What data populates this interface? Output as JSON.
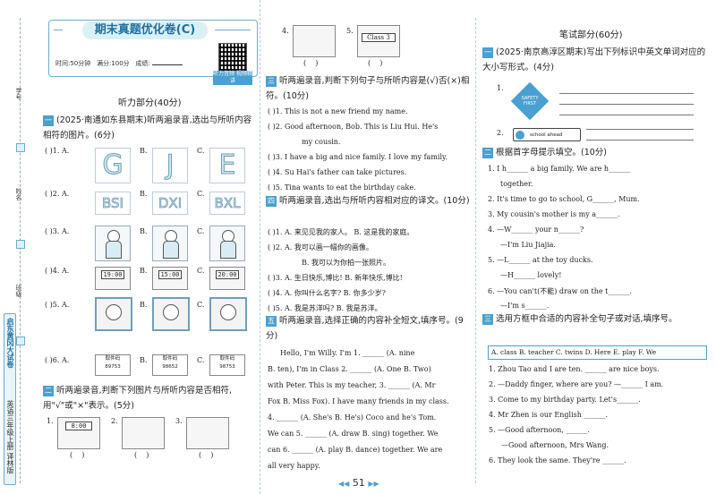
{
  "binding": {
    "series": "启东黄冈大试卷",
    "book": "英语三年级上册 译林版",
    "fields": [
      "学号",
      "姓名",
      "班级"
    ]
  },
  "header": {
    "title": "期末真题优化卷(C)",
    "time_label": "时间:50分钟",
    "score_label": "满分:100分",
    "result_label": "成绩:",
    "qr_caption": "听力音频 视频精讲"
  },
  "listening": {
    "part_title": "听力部分(40分)",
    "q1": {
      "num": "一",
      "title": "(2025·南通如东县期末)听两遍录音,选出与所听内容相符的图片。(6分)",
      "rows": [
        {
          "label": "(   )1. A.",
          "opts": [
            "G",
            "J",
            "E"
          ]
        },
        {
          "label": "(   )2. A.",
          "opts": [
            "BSI",
            "DXI",
            "BXL"
          ]
        },
        {
          "label": "(   )3. A.",
          "opts": [
            "",
            "",
            ""
          ]
        },
        {
          "label": "(   )4. A.",
          "opts": [
            "19:00",
            "15:00",
            "20:00"
          ]
        },
        {
          "label": "(   )5. A.",
          "opts": [
            "",
            "",
            ""
          ]
        },
        {
          "label": "(   )6. A.",
          "opts": [
            "取件码\n89753",
            "取件码\n98652",
            "取件码\n98753"
          ]
        }
      ],
      "option_letters": [
        "B.",
        "C."
      ]
    },
    "q2": {
      "num": "二",
      "title": "听两遍录音,判断下列图片与所听内容是否相符,用\"√\"或\"×\"表示。(5分)",
      "items": [
        "1.",
        "2.",
        "3.",
        "4.",
        "5."
      ],
      "clock": "8:00",
      "class_sign": "Class 3"
    },
    "q3": {
      "num": "三",
      "title": "听两遍录音,判断下列句子与所听内容是(√)否(×)相符。(10分)",
      "rows": [
        "(   )1. This is not a new friend my name.",
        "(   )2. Good afternoon, Bob. This is Liu Hui. He's",
        "my cousin.",
        "(   )3. I have a big and nice family. I love my family.",
        "(   )4. Su Hai's father can take pictures.",
        "(   )5. Tina wants to eat the birthday cake."
      ]
    },
    "q4": {
      "num": "四",
      "title": "听两遍录音,选出与所听内容相对应的译文。(10分)",
      "rows": [
        "(   )1. A. 来见见我的家人。    B. 这是我的家庭。",
        "(   )2. A. 我可以画一幅你的画像。",
        "B. 我可以为你拍一张照片。",
        "(   )3. A. 生日快乐,博比!    B. 新年快乐,博比!",
        "(   )4. A. 你叫什么名字?      B. 你多少岁?",
        "(   )5. A. 我是苏洋吗?        B. 我是苏洋。"
      ]
    },
    "q5": {
      "num": "五",
      "title": "听两遍录音,选择正确的内容补全短文,填序号。(9分)",
      "lines": [
        "Hello, I'm Willy. I'm 1. ______ (A. nine",
        "B. ten), I'm in Class 2. ______ (A. One  B. Two)",
        "with Peter. This is my teacher, 3. ______ (A. Mr",
        "Fox  B. Miss Fox). I have many friends in my class.",
        "4. ______ (A. She's  B. He's) Coco and he's Tom.",
        "We can 5. ______ (A. draw  B. sing) together. We",
        "can 6. ______ (A. play  B. dance) together. We are",
        "all very happy."
      ]
    }
  },
  "writing": {
    "part_title": "笔试部分(60分)",
    "q1": {
      "num": "一",
      "title": "(2025·南京高淳区期末)写出下列标识中英文单词对应的大小写形式。(4分)",
      "sign1": "SAFETY FIRST",
      "sign2": "school ahead"
    },
    "q2": {
      "num": "二",
      "title": "根据首字母提示填空。(10分)",
      "lines": [
        "1. I  h______ a big family. We are  h______",
        "together.",
        "2. It's time to go to school, G______, Mum.",
        "3. My cousin's mother is my a______.",
        "4. —W______ your n______?",
        "—I'm Liu Jiajia.",
        "5. —L______ at the toy ducks.",
        "—H______ lovely!",
        "6. —You can't(不能) draw on the t______.",
        "—I'm s______."
      ]
    },
    "q3": {
      "num": "三",
      "title": "选用方框中合适的内容补全句子或对话,填序号。",
      "options": "A. class  B. teacher  C. twins  D. Here  E. play  F. We",
      "lines": [
        "1. Zhou Tao and I are ten. ______ are nice boys.",
        "2. —Daddy finger, where are you? —______ I am.",
        "3. Come to my birthday party. Let's______.",
        "4. Mr Zhen is our English ______.",
        "5. —Good afternoon, ______.",
        "—Good afternoon, Mrs Wang.",
        "6. They look the same. They're ______."
      ]
    }
  },
  "page_number": "51"
}
